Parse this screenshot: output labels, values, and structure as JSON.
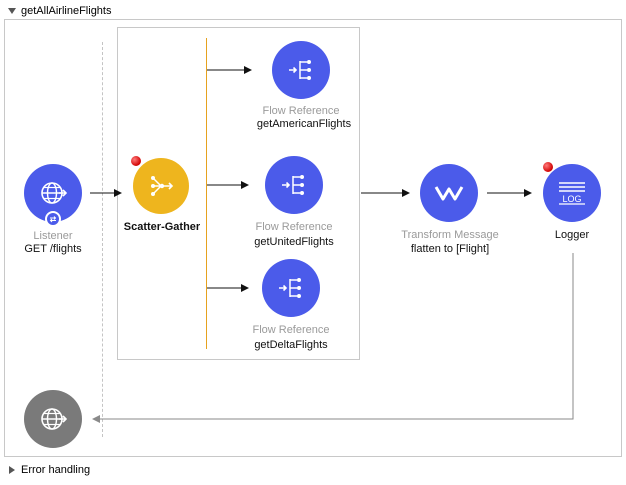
{
  "flow": {
    "name": "getAllAirlineFlights",
    "error_handling": "Error handling"
  },
  "listener": {
    "type": "Listener",
    "name": "GET /flights",
    "icon": "globe-icon"
  },
  "scatter_gather": {
    "name": "Scatter-Gather",
    "icon": "scatter-gather-icon",
    "routes": [
      {
        "type": "Flow Reference",
        "name": "getAmericanFlights",
        "icon": "flow-reference-icon"
      },
      {
        "type": "Flow Reference",
        "name": "getUnitedFlights",
        "icon": "flow-reference-icon"
      },
      {
        "type": "Flow Reference",
        "name": "getDeltaFlights",
        "icon": "flow-reference-icon"
      }
    ]
  },
  "transform": {
    "type": "Transform Message",
    "name": "flatten to [Flight]",
    "icon": "dataweave-icon"
  },
  "logger": {
    "name": "Logger",
    "icon": "log-icon",
    "icon_text": "LOG"
  },
  "response": {
    "icon": "globe-icon"
  },
  "colors": {
    "processor_blue": "#4b5bea",
    "router_yellow": "#eeb51e",
    "source_gray": "#7a7a7a",
    "breakpoint_red": "#d10000",
    "route_line": "#e6a21f"
  }
}
